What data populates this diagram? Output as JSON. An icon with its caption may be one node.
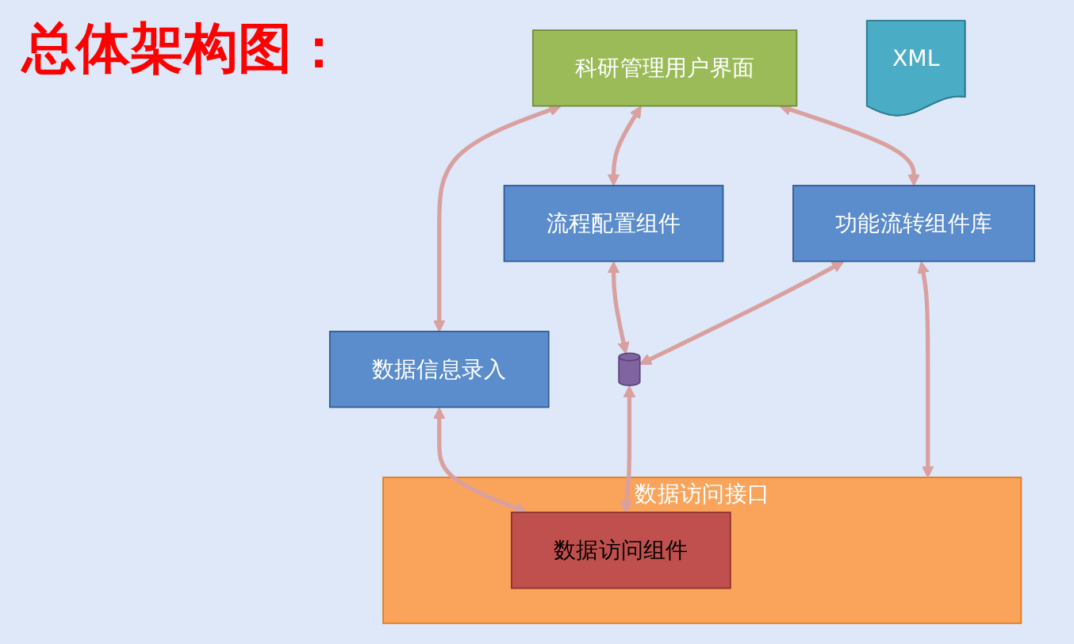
{
  "diagram": {
    "title": "总体架构图：",
    "nodes": [
      {
        "text": [
          "科研管理用户界面"
        ]
      },
      {
        "text": [
          "流程配置组件"
        ]
      },
      {
        "text": [
          "功能流转组件库"
        ]
      },
      {
        "text": [
          "数据信息录入"
        ]
      },
      {
        "text": [
          "数据访问接口"
        ]
      },
      {
        "text": [
          "数据访问组件"
        ],
        "in": 4
      },
      {
        "text": [
          "XML"
        ]
      },
      {
        "text": [],
        "shape": "cylinder"
      }
    ],
    "edges": [
      {
        "from": 0,
        "to": 1,
        "arrow": "both"
      },
      {
        "from": 0,
        "to": 2,
        "arrow": "both"
      },
      {
        "from": 0,
        "to": 3,
        "arrow": "both"
      },
      {
        "from": 1,
        "to": 7,
        "arrow": "both"
      },
      {
        "from": 2,
        "to": 7,
        "arrow": "both"
      },
      {
        "from": 2,
        "to": 4,
        "arrow": "both"
      },
      {
        "from": 3,
        "to": 5,
        "arrow": "both"
      },
      {
        "from": 7,
        "to": 5,
        "arrow": "both"
      }
    ]
  }
}
